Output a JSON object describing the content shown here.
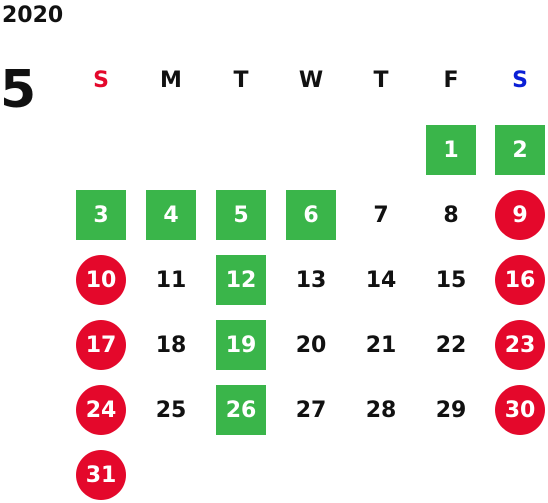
{
  "header": {
    "year": "2020",
    "month": "5"
  },
  "colors": {
    "sunday_label": "#e4082b",
    "saturday_label": "#0a1fd6",
    "holiday_circle": "#e4082b",
    "highlight_square": "#3ab54a"
  },
  "weekdays": [
    "S",
    "M",
    "T",
    "W",
    "T",
    "F",
    "S"
  ],
  "weeks": [
    [
      null,
      null,
      null,
      null,
      null,
      {
        "day": "1",
        "style": "green"
      },
      {
        "day": "2",
        "style": "green"
      }
    ],
    [
      {
        "day": "3",
        "style": "green"
      },
      {
        "day": "4",
        "style": "green"
      },
      {
        "day": "5",
        "style": "green"
      },
      {
        "day": "6",
        "style": "green"
      },
      {
        "day": "7",
        "style": "plain"
      },
      {
        "day": "8",
        "style": "plain"
      },
      {
        "day": "9",
        "style": "red"
      }
    ],
    [
      {
        "day": "10",
        "style": "red"
      },
      {
        "day": "11",
        "style": "plain"
      },
      {
        "day": "12",
        "style": "green"
      },
      {
        "day": "13",
        "style": "plain"
      },
      {
        "day": "14",
        "style": "plain"
      },
      {
        "day": "15",
        "style": "plain"
      },
      {
        "day": "16",
        "style": "red"
      }
    ],
    [
      {
        "day": "17",
        "style": "red"
      },
      {
        "day": "18",
        "style": "plain"
      },
      {
        "day": "19",
        "style": "green"
      },
      {
        "day": "20",
        "style": "plain"
      },
      {
        "day": "21",
        "style": "plain"
      },
      {
        "day": "22",
        "style": "plain"
      },
      {
        "day": "23",
        "style": "red"
      }
    ],
    [
      {
        "day": "24",
        "style": "red"
      },
      {
        "day": "25",
        "style": "plain"
      },
      {
        "day": "26",
        "style": "green"
      },
      {
        "day": "27",
        "style": "plain"
      },
      {
        "day": "28",
        "style": "plain"
      },
      {
        "day": "29",
        "style": "plain"
      },
      {
        "day": "30",
        "style": "red"
      }
    ],
    [
      {
        "day": "31",
        "style": "red"
      },
      null,
      null,
      null,
      null,
      null,
      null
    ]
  ]
}
